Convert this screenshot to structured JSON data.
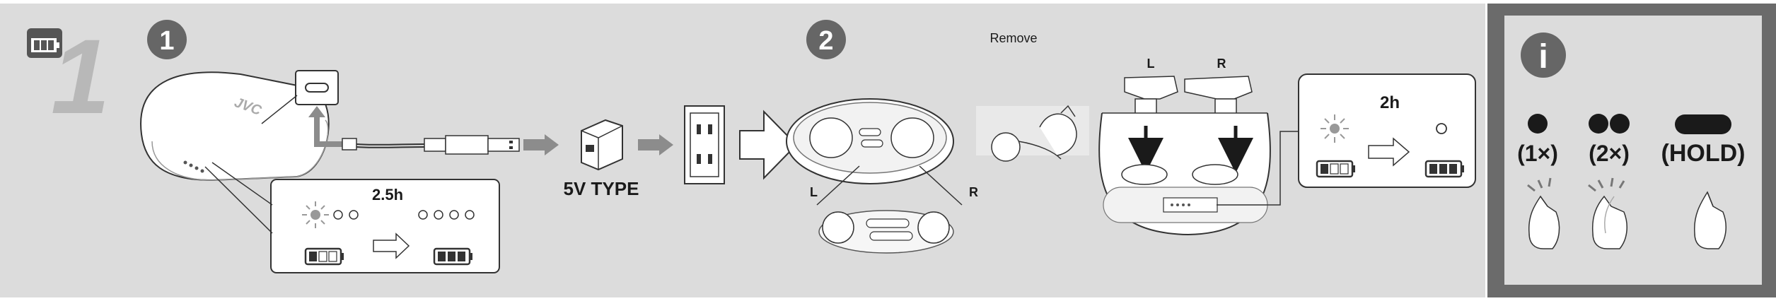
{
  "steps": {
    "step1": "1",
    "step2": "2",
    "section_big": "1",
    "info": "i"
  },
  "labels": {
    "charge_case": "2.5h",
    "charge_earbuds": "2h",
    "adapter": "5V TYPE",
    "remove": "Remove",
    "left": "L",
    "right": "R",
    "brand": "JVC"
  },
  "info_panel": {
    "press_once": "(1×)",
    "press_twice": "(2×)",
    "press_hold": "(HOLD)"
  },
  "colors": {
    "panel_bg": "#dcdcdc",
    "info_border": "#6b6b6b",
    "badge": "#666666",
    "arrow_gray": "#8c8c8c",
    "ink": "#1a1a1a"
  },
  "icons": [
    "battery-icon",
    "step-badge",
    "usb-cable-icon",
    "adapter-icon",
    "wall-outlet-icon",
    "case-icon",
    "earbud-icon",
    "hand-tap-icon",
    "led-icon",
    "arrow-icon"
  ]
}
